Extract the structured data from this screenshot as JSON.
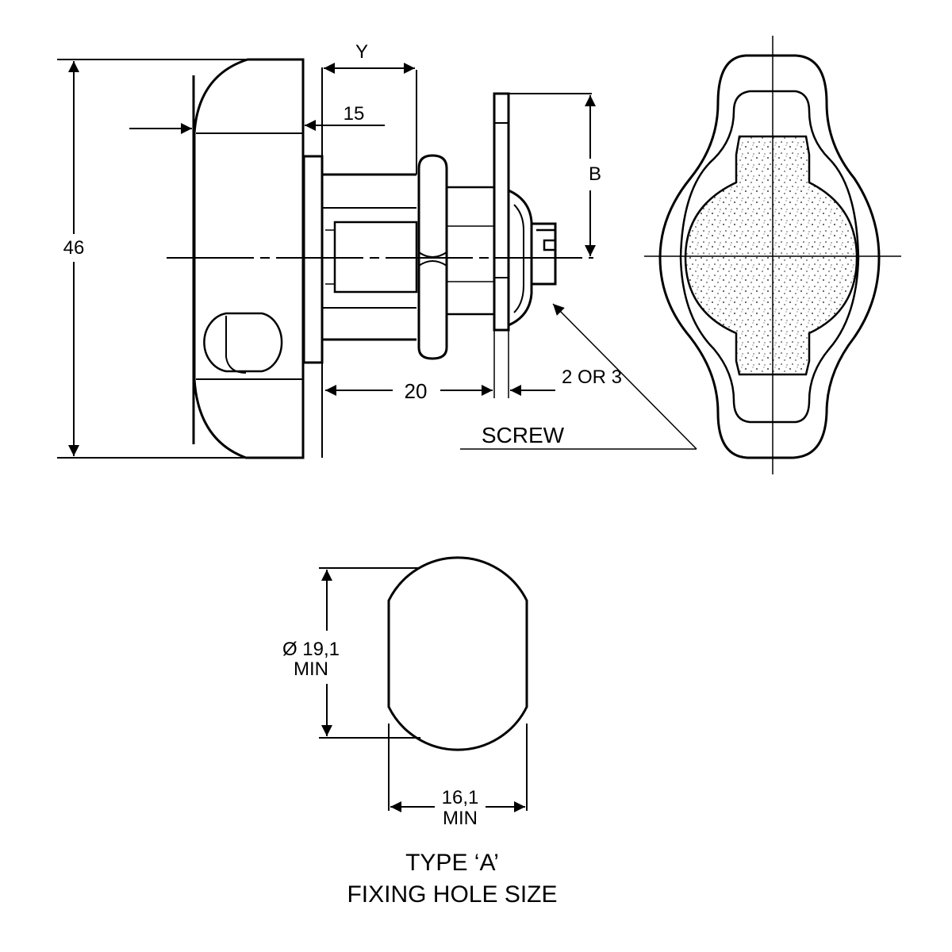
{
  "dimensions": {
    "height_46": "46",
    "y": "Y",
    "d15": "15",
    "b": "B",
    "d20": "20",
    "d2or3": "2 OR 3",
    "screw": "SCREW",
    "dia_line1": "Ø 19,1",
    "dia_line2": "MIN",
    "width_line1": "16,1",
    "width_line2": "MIN"
  },
  "caption": {
    "line1": "TYPE ‘A’",
    "line2": "FIXING HOLE SIZE"
  },
  "colors": {
    "ink": "#000000",
    "paper": "#ffffff"
  }
}
